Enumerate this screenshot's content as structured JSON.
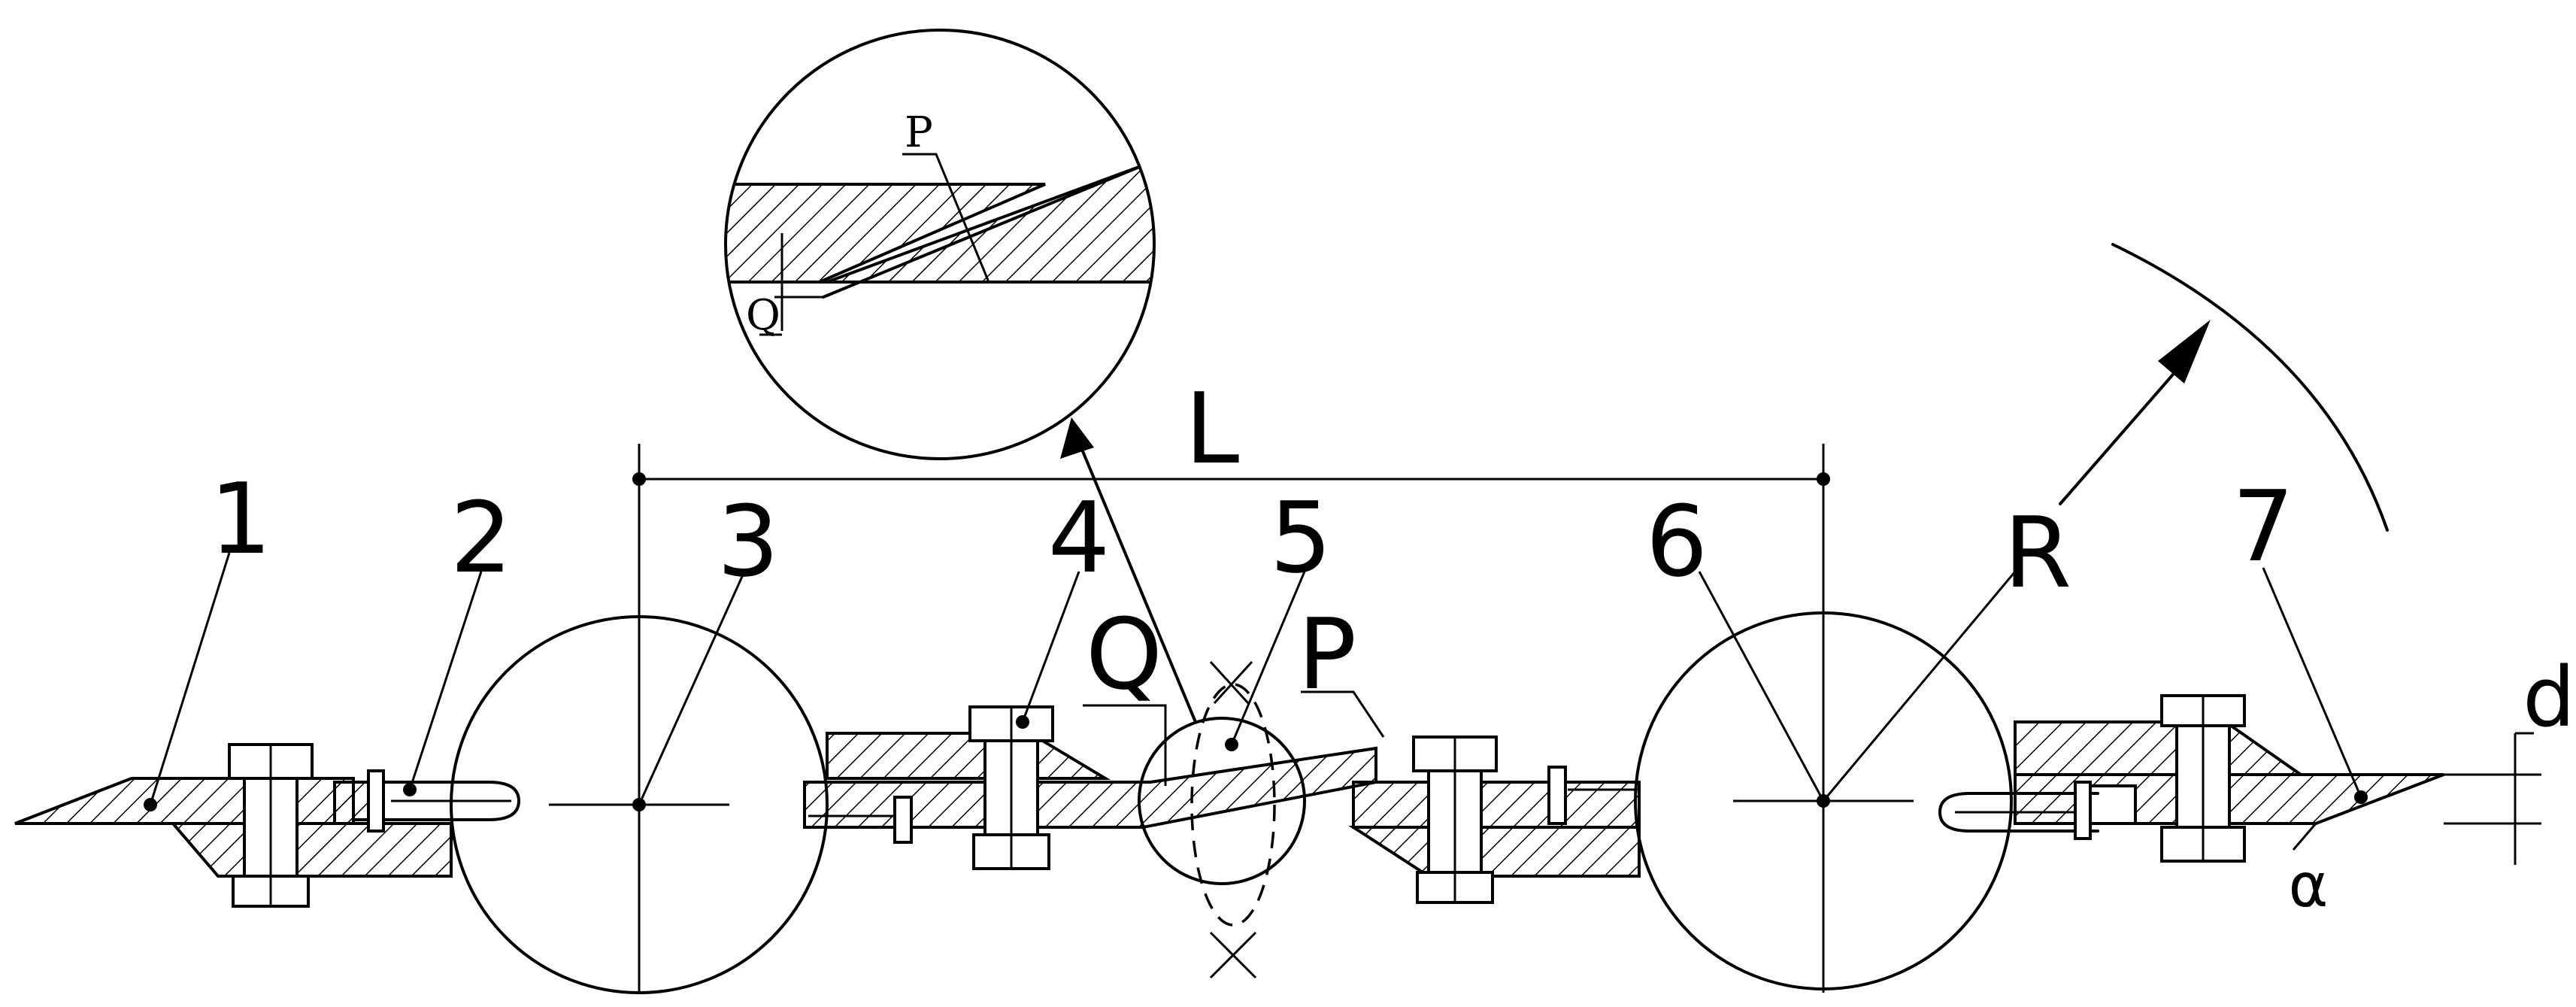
{
  "figure": {
    "part_labels": [
      "1",
      "2",
      "3",
      "4",
      "5",
      "6",
      "7"
    ],
    "dimension_labels": {
      "length": "L",
      "radius": "R",
      "offset": "d",
      "angle": "α",
      "gap": "Q",
      "point": "P"
    },
    "detail_labels": {
      "point": "P",
      "gap": "Q"
    }
  }
}
